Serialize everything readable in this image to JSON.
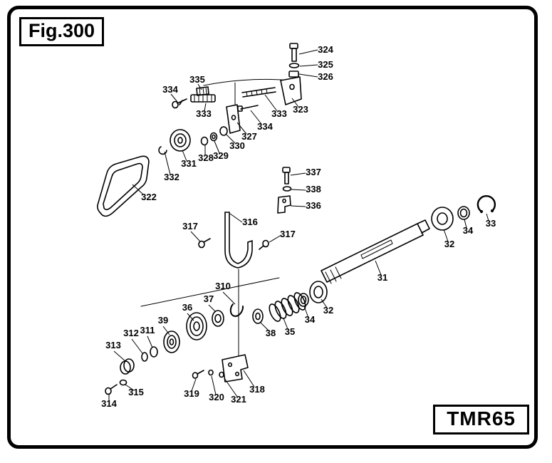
{
  "figure": {
    "title": "Fig.300",
    "model": "TMR65"
  },
  "colors": {
    "ink": "#000000",
    "background": "#ffffff"
  },
  "part_labels": [
    "324",
    "325",
    "326",
    "323",
    "334",
    "335",
    "333",
    "333",
    "334",
    "327",
    "330",
    "329",
    "328",
    "331",
    "332",
    "322",
    "337",
    "338",
    "336",
    "316",
    "317",
    "317",
    "33",
    "34",
    "32",
    "31",
    "310",
    "37",
    "36",
    "39",
    "311",
    "312",
    "313",
    "38",
    "35",
    "34",
    "32",
    "315",
    "314",
    "319",
    "320",
    "321",
    "318"
  ]
}
